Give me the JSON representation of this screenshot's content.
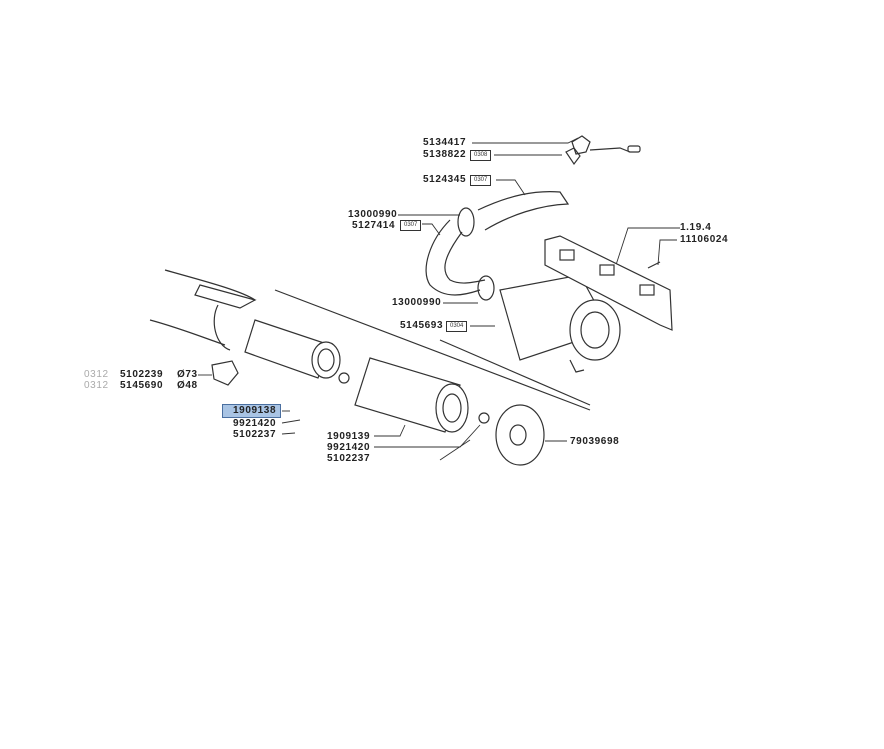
{
  "parts": {
    "p5134417": "5134417",
    "p5138822": "5138822",
    "tag0308": "0308",
    "p5124345": "5124345",
    "tag0307a": "0307",
    "p13000990a": "13000990",
    "p5127414": "5127414",
    "tag0307b": "0307",
    "p13000990b": "13000990",
    "p5145693": "5145693",
    "tag0304": "0304",
    "ref119": "1.19.4",
    "p11106024": "11106024",
    "pre1": "0312",
    "p5102239": "5102239",
    "d73": "Ø73",
    "pre2": "0312",
    "p5145690": "5145690",
    "d48": "Ø48",
    "p1909138": "1909138",
    "p9921420a": "9921420",
    "p5102237a": "5102237",
    "p1909139": "1909139",
    "p9921420b": "9921420",
    "p5102237b": "5102237",
    "p79039698": "79039698"
  },
  "highlight_color": "#a9c4e4"
}
